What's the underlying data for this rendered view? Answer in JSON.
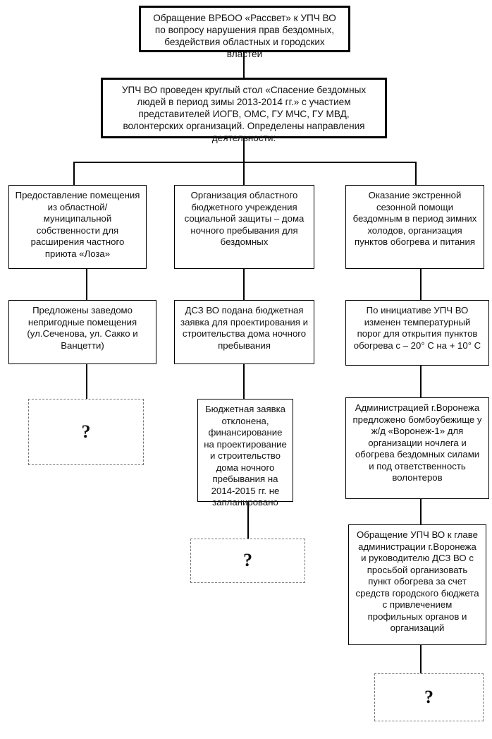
{
  "root": {
    "text": "Обращение ВРБОО «Рассвет» к УПЧ ВО по вопросу нарушения прав бездомных, бездействия областных и городских властей"
  },
  "round_table": {
    "text": "УПЧ ВО проведен круглый стол «Спасение бездомных людей в период зимы 2013-2014 гг.» с участием представителей ИОГВ, ОМС, ГУ МЧС, ГУ МВД, волонтерских организаций. Определены направления деятельности:"
  },
  "left": {
    "direction": "Предоставление помещения из областной/муниципальной собственности для расширения частного приюта «Лоза»",
    "step1": "Предложены заведомо непригодные помещения (ул.Сеченова, ул. Сакко и Ванцетти)",
    "unknown": "?"
  },
  "middle": {
    "direction": "Организация областного бюджетного учреждения социальной защиты – дома ночного пребывания для бездомных",
    "step1": "ДСЗ ВО подана бюджетная заявка для проектирования и строительства дома ночного пребывания",
    "step2": "Бюджетная заявка отклонена, финансирование на проектирование и строительство дома ночного пребывания на 2014-2015 гг. не запланировано",
    "unknown": "?"
  },
  "right": {
    "direction": "Оказание экстренной сезонной помощи бездомным в период зимних холодов, организация пунктов обогрева и питания",
    "step1": "По инициативе УПЧ ВО изменен температурный порог для открытия пунктов обогрева с – 20° С на + 10° С",
    "step2": "Администрацией г.Воронежа предложено бомбоубежище у ж/д «Воронеж-1» для организации ночлега и обогрева бездомных силами и под ответственность волонтеров",
    "step3": "Обращение УПЧ ВО к главе администрации г.Воронежа и руководителю ДСЗ ВО с просьбой организовать пункт обогрева за счет средств городского бюджета с привлечением профильных органов и организаций",
    "unknown": "?"
  }
}
